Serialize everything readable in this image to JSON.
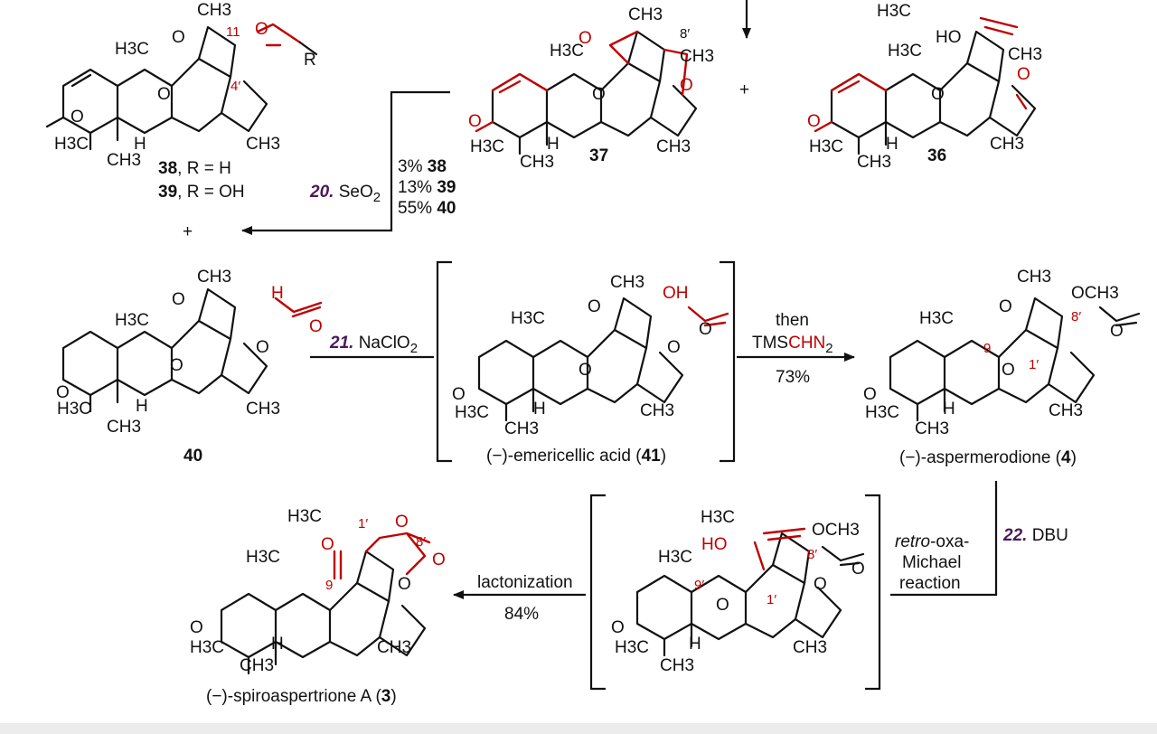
{
  "compounds": {
    "c38": {
      "num": "38",
      "sub": ", R = H"
    },
    "c39": {
      "num": "39",
      "sub": ", R = OH"
    },
    "c37": {
      "num": "37"
    },
    "c36": {
      "num": "36"
    },
    "c40": {
      "num": "40"
    },
    "c41": {
      "prefix": "(−)-emericellic acid (",
      "num": "41",
      "suffix": ")"
    },
    "c4": {
      "prefix": "(−)-aspermerodione (",
      "num": "4",
      "suffix": ")"
    },
    "c3": {
      "prefix": "(−)-spiroaspertrione A (",
      "num": "3",
      "suffix": ")"
    }
  },
  "atoms": {
    "h3c": "H3C",
    "ch3": "CH3",
    "o": "O",
    "h": "H",
    "r": "R",
    "ho": "HO",
    "oh": "OH",
    "och3": "OCH3",
    "n11": "11",
    "n4p": "4′",
    "n8p": "8′",
    "n9": "9",
    "n1p": "1′",
    "n9p": "9′"
  },
  "steps": {
    "s20": {
      "num": "20.",
      "reagent": "SeO",
      "sub": "2",
      "y38": "3% ",
      "y38n": "38",
      "y39": "13% ",
      "y39n": "39",
      "y40": "55% ",
      "y40n": "40"
    },
    "s21": {
      "num": "21.",
      "reagent": "NaClO",
      "sub": "2"
    },
    "then": {
      "l1": "then",
      "l2a": "TMS",
      "l2b": "CHN",
      "l2c": "2",
      "yield": "73%"
    },
    "s22": {
      "num": "22.",
      "reagent": "DBU",
      "retro1": "retro",
      "retro1b": "-oxa-",
      "retro2": "Michael",
      "retro3": "reaction"
    },
    "lact": {
      "label": "lactonization",
      "yield": "84%"
    }
  },
  "plus": "+",
  "colors": {
    "highlight": "#c00000",
    "step_number": "#4a1a5a",
    "text": "#111111"
  }
}
